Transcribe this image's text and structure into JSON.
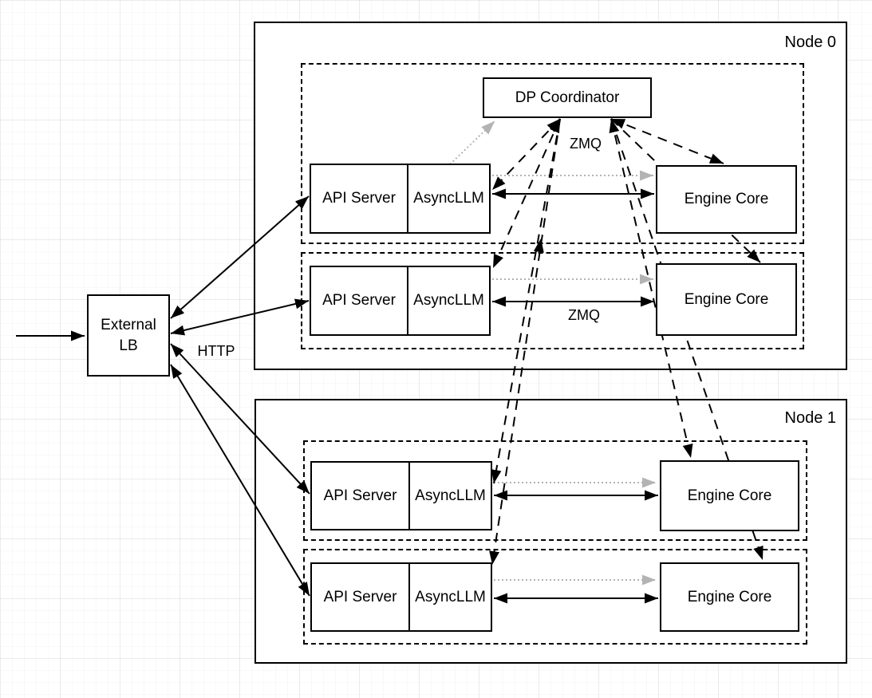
{
  "labels": {
    "external_lb_line1": "External",
    "external_lb_line2": "LB",
    "http": "HTTP",
    "node0": "Node 0",
    "node1": "Node 1",
    "dp_coordinator": "DP Coordinator",
    "api_server": "API Server",
    "asyncllm": "AsyncLLM",
    "engine_core": "Engine Core",
    "zmq_top": "ZMQ",
    "zmq_row2": "ZMQ"
  },
  "colors": {
    "line": "#000000",
    "muted_arrow": "#b3b3b3",
    "box_background": "#ffffff"
  }
}
